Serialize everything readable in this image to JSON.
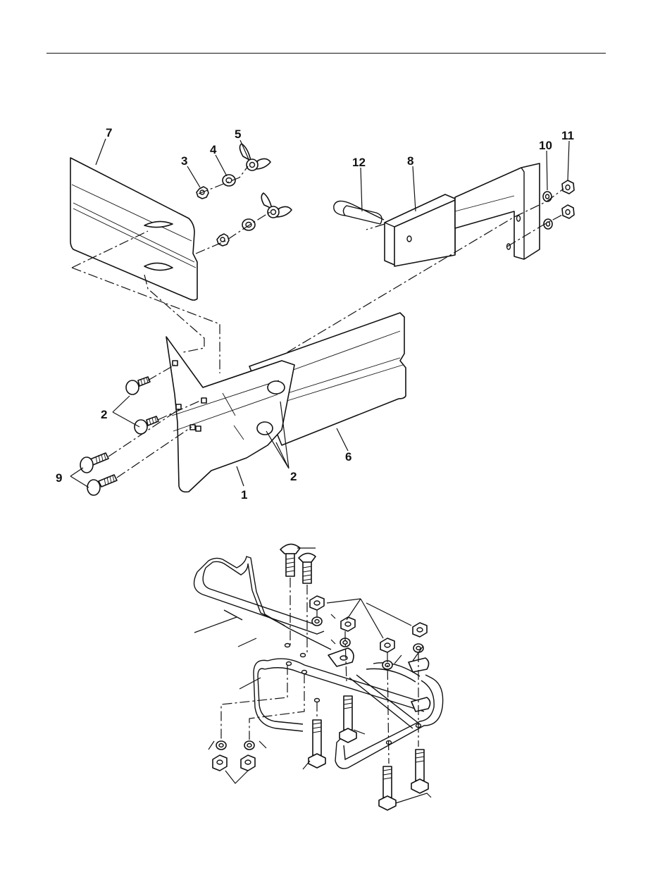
{
  "figure": {
    "callouts": [
      {
        "id": "c1",
        "label": "1"
      },
      {
        "id": "c2a",
        "label": "2"
      },
      {
        "id": "c2b",
        "label": "2"
      },
      {
        "id": "c3",
        "label": "3"
      },
      {
        "id": "c4",
        "label": "4"
      },
      {
        "id": "c5",
        "label": "5"
      },
      {
        "id": "c6",
        "label": "6"
      },
      {
        "id": "c7",
        "label": "7"
      },
      {
        "id": "c8",
        "label": "8"
      },
      {
        "id": "c9",
        "label": "9"
      },
      {
        "id": "c10",
        "label": "10"
      },
      {
        "id": "c11",
        "label": "11"
      },
      {
        "id": "c12",
        "label": "12"
      }
    ]
  }
}
